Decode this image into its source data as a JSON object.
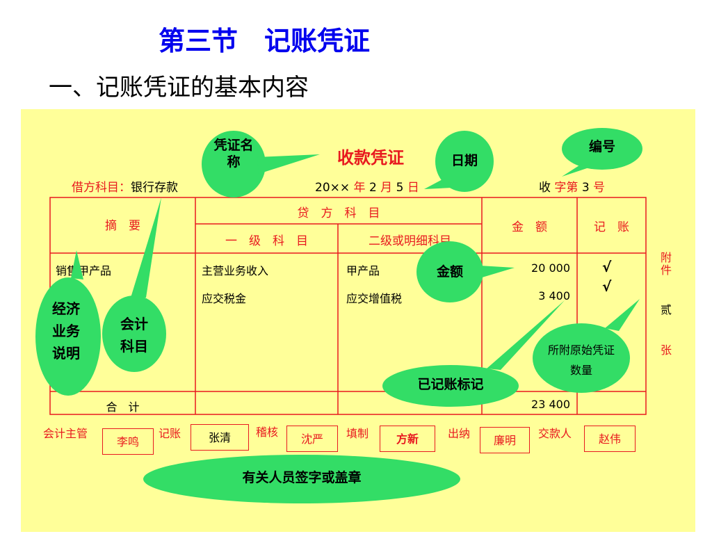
{
  "title": "第三节　记账凭证",
  "subtitle": "一、记账凭证的基本内容",
  "voucher": {
    "name": "收款凭证",
    "debit_label": "借方科目：",
    "debit_value": "银行存款",
    "date_prefix": "20××",
    "date_year": "年",
    "date_month_num": "2",
    "date_month": "月",
    "date_day_num": "5",
    "date_day": "日",
    "no_prefix": "收",
    "no_char": "字第",
    "no_num": "3",
    "no_suffix": "号",
    "headers": {
      "summary": "摘　要",
      "credit": "贷　方　科　目",
      "level1": "一　级　科　目",
      "level2": "二级或明细科目",
      "amount": "金　额",
      "posted": "记　账"
    },
    "rows": [
      {
        "summary": "销售甲产品",
        "level1": "主营业务收入",
        "level2": "甲产品",
        "amount": "20 000",
        "mark": "√"
      },
      {
        "summary": "",
        "level1": "应交税金",
        "level2": "应交增值税",
        "amount": "3 400",
        "mark": "√"
      }
    ],
    "total_label": "合　计",
    "total_amount": "23 400",
    "attach": [
      "附",
      "件",
      "贰",
      "张"
    ],
    "signers": [
      {
        "role": "会计主管",
        "name": "李鸣"
      },
      {
        "role": "记账",
        "name": "张清"
      },
      {
        "role": "稽核",
        "name": "沈严"
      },
      {
        "role": "填制",
        "name": "方新"
      },
      {
        "role": "出纳",
        "name": "廉明"
      },
      {
        "role": "交款人",
        "name": "赵伟"
      }
    ]
  },
  "callouts": {
    "voucher_name": "凭证名称",
    "date": "日期",
    "number": "编号",
    "amount": "金额",
    "business": "经济业务说明",
    "account": "会计科目",
    "posting": "已记账标记",
    "attachments": "所附原始凭证数量",
    "signatures": "有关人员签字或盖章"
  }
}
